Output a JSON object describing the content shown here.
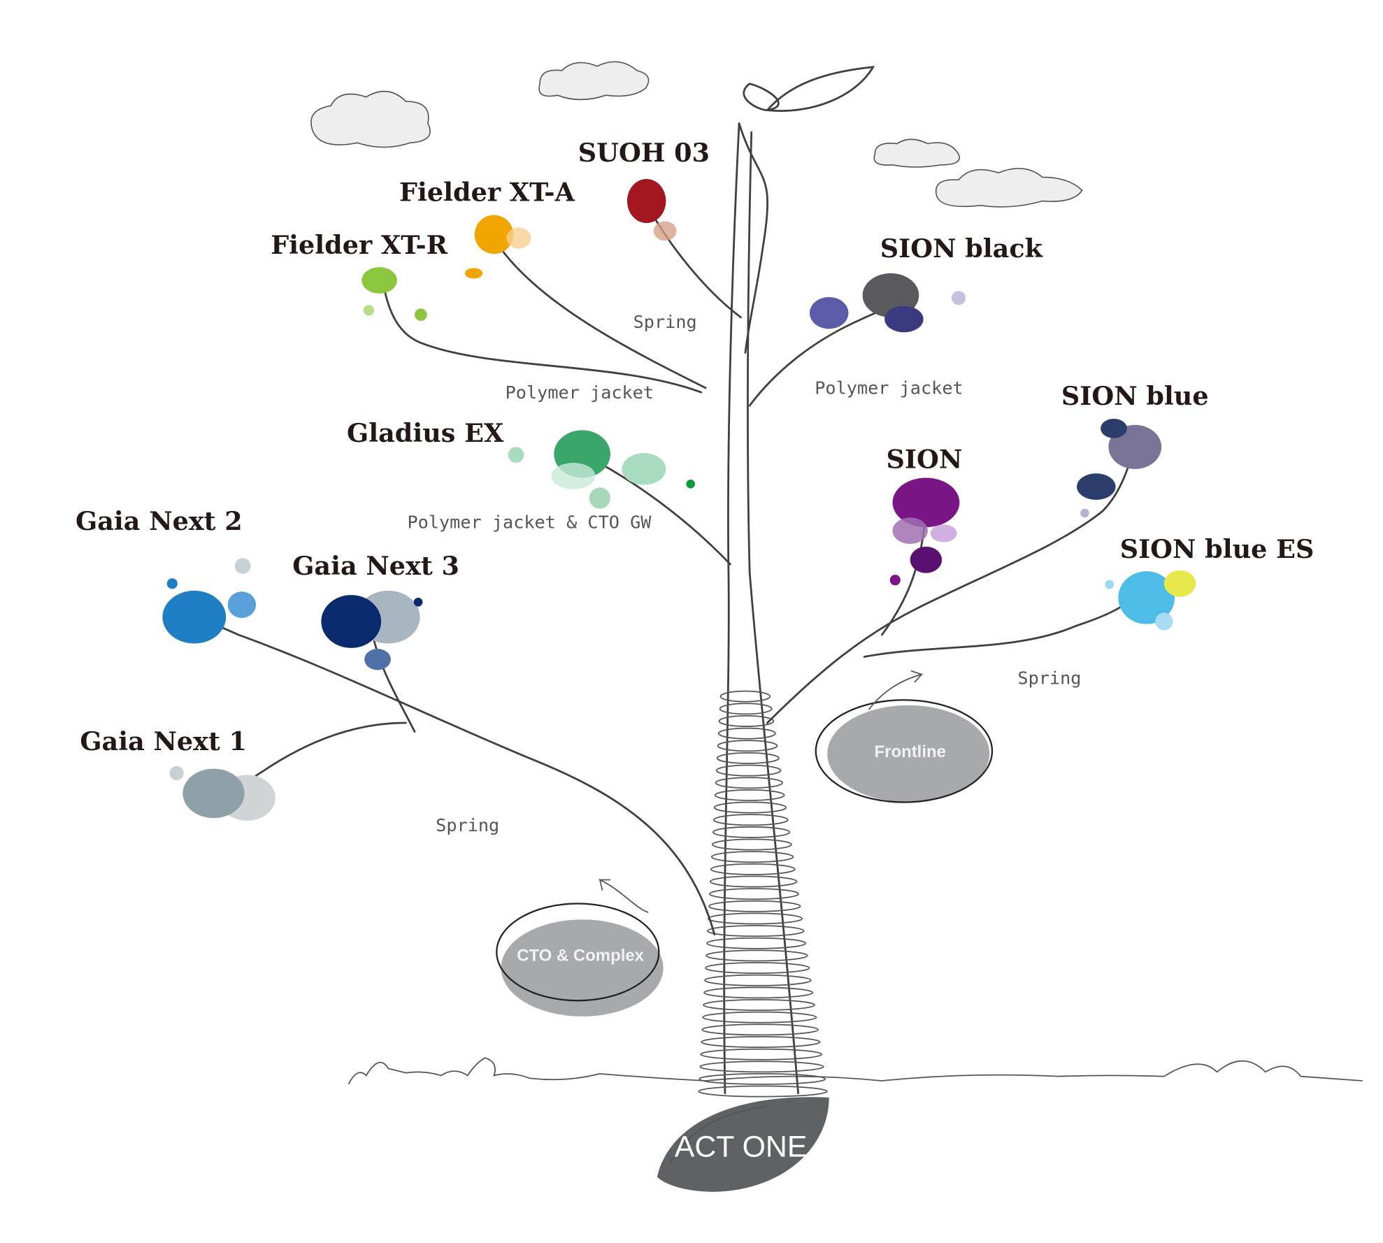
{
  "root": {
    "label": "ACT ONE",
    "color": "#5f6264"
  },
  "products": [
    {
      "name": "SUOH 03",
      "color": "#a31820"
    },
    {
      "name": "Fielder XT-A",
      "color": "#f0a500"
    },
    {
      "name": "Fielder XT-R",
      "color": "#8cc63f"
    },
    {
      "name": "SION black",
      "color": "#5a5a5e",
      "accent": "#5b5ba8"
    },
    {
      "name": "Gladius EX",
      "color": "#3aa66a"
    },
    {
      "name": "SION blue",
      "color": "#7a7496",
      "accent": "#2b3d6b"
    },
    {
      "name": "SION",
      "color": "#7a1585"
    },
    {
      "name": "Gaia Next 2",
      "color": "#1f7ec4"
    },
    {
      "name": "Gaia Next 3",
      "color": "#0a2a6e"
    },
    {
      "name": "SION blue ES",
      "color": "#4dbde8",
      "accent": "#e8e84d"
    },
    {
      "name": "Gaia Next 1",
      "color": "#90a0a8"
    }
  ],
  "branch_labels": [
    "Spring",
    "Polymer jacket",
    "Polymer jacket",
    "Polymer jacket & CTO GW",
    "Spring",
    "Spring"
  ],
  "bubbles": [
    {
      "label": "Frontline",
      "color": "#a7a9ac"
    },
    {
      "label": "CTO & Complex",
      "color": "#a7a9ac"
    }
  ]
}
